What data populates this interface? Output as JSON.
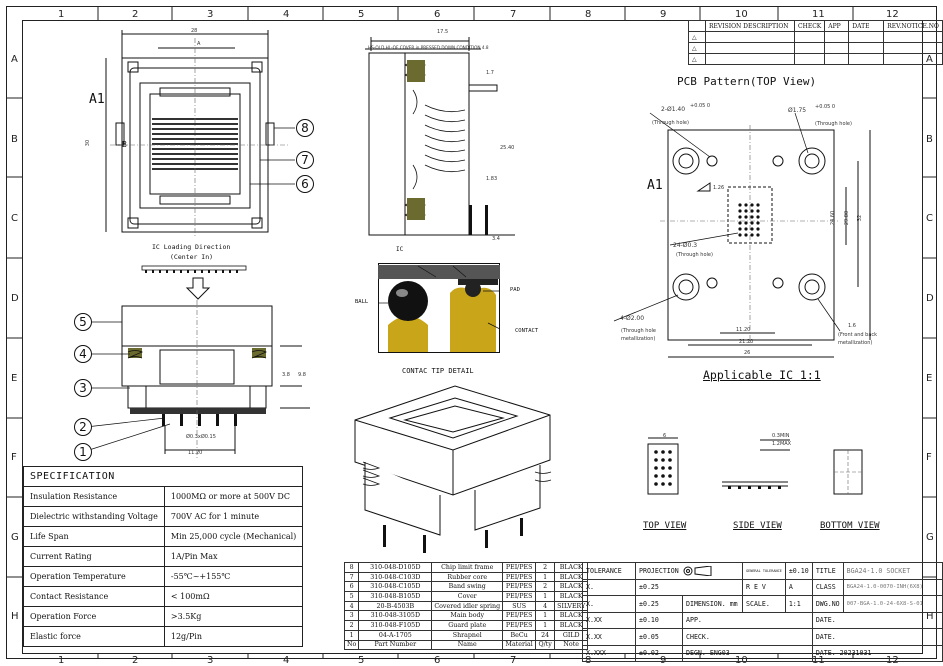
{
  "zones": {
    "cols": [
      "1",
      "2",
      "3",
      "4",
      "5",
      "6",
      "7",
      "8",
      "9",
      "10",
      "11",
      "12"
    ],
    "rows": [
      "A",
      "B",
      "C",
      "D",
      "E",
      "F",
      "G",
      "H"
    ]
  },
  "top_view_left": {
    "dim_top": "28",
    "dim_inner": "A",
    "dim_side": "30",
    "a1_label": "A1",
    "side_letter": "B",
    "callouts": [
      "8",
      "7",
      "6"
    ],
    "load_direction_1": "IC Loading Direction",
    "load_direction_2": "(Center In)"
  },
  "side_section": {
    "callouts": [
      "5",
      "4",
      "3",
      "2",
      "1"
    ],
    "dim_pitch": "Ø0.3xØ0.15",
    "dim_width": "11.20",
    "dim_h1": "3.8",
    "dim_h2": "9.8"
  },
  "mid_section": {
    "dim_top": "17.5",
    "note_top": "HS-OLD HL-OF COVER in PRESSED DOWN CONDITION 4.8",
    "dim_h1": "1.7",
    "dim_h2": "25.40",
    "dim_h3": "1.83",
    "dim_bottom": "3.4"
  },
  "contact_detail": {
    "title": "CONTAC TIP DETAIL",
    "labels": {
      "ic": "IC",
      "ball": "BALL",
      "pad": "PAD",
      "contact": "CONTACT"
    }
  },
  "pcb": {
    "title": "PCB Pattern(TOP View)",
    "a1": "A1",
    "hole_small": "2-Ø1.40",
    "hole_small_tol": "+0.05 0",
    "hole_small_note": "(Through hole)",
    "hole_top_right": "Ø1.75",
    "hole_top_right_tol": "+0.05 0",
    "hole_top_right_note": "(Through hole)",
    "pads": "24-Ø0.3",
    "pads_note": "(Through hole)",
    "mount_hole": "4-Ø2.00",
    "mount_hole_note_1": "(Through hole",
    "mount_hole_note_2": "metallization)",
    "front_note_1": "(Front and back",
    "front_note_2": "metallization)",
    "front_dim": "1.6",
    "dim_h_inner": "11.20",
    "dim_h_mid": "21.20",
    "dim_h_outer": "26",
    "dim_v_inner": "24.60",
    "dim_v_mid": "29.80",
    "dim_v_outer": "32",
    "dim_pitch": "1.26",
    "caption": "Applicable IC 1:1"
  },
  "ic_views": {
    "top": "TOP VIEW",
    "side": "SIDE VIEW",
    "bottom": "BOTTOM VIEW",
    "top_dim": "6",
    "side_dim_1": "0.3MIN",
    "side_dim_2": "1.2MAX"
  },
  "specification": {
    "title": "SPECIFICATION",
    "rows": [
      {
        "label": "Insulation Resistance",
        "value": "1000MΩ  or more at 500V DC"
      },
      {
        "label": "Dielectric withstanding Voltage",
        "value": "700V AC  for 1 minute"
      },
      {
        "label": "Life Span",
        "value": "Min 25,000 cycle (Mechanical)"
      },
      {
        "label": "Current Rating",
        "value": "1A/Pin Max"
      },
      {
        "label": "Operation Temperature",
        "value": "-55℃~+155℃"
      },
      {
        "label": "Contact Resistance",
        "value": "< 100mΩ"
      },
      {
        "label": "Operation Force",
        "value": ">3.5Kg"
      },
      {
        "label": "Elastic force",
        "value": "12g/Pin"
      }
    ]
  },
  "bom": {
    "rows": [
      [
        "8",
        "310-048-D105D",
        "Chip limit frame",
        "PEI/PES",
        "2",
        "BLACK"
      ],
      [
        "7",
        "310-048-C103D",
        "Rubber core",
        "PEI/PES",
        "1",
        "BLACK"
      ],
      [
        "6",
        "310-048-C105D",
        "Band swing",
        "PEI/PES",
        "2",
        "BLACK"
      ],
      [
        "5",
        "310-048-B105D",
        "Cover",
        "PEI/PES",
        "1",
        "BLACK"
      ],
      [
        "4",
        "20-B-4503B",
        "Covered idler spring",
        "SUS",
        "4",
        "SILVERY"
      ],
      [
        "3",
        "310-048-3105D",
        "Main body",
        "PEI/PES",
        "1",
        "BLACK"
      ],
      [
        "2",
        "310-048-F105D",
        "Guard plate",
        "PEI/PES",
        "1",
        "BLACK"
      ],
      [
        "1",
        "04-A-1705",
        "Shrapnel",
        "BeCu",
        "24",
        "GILD"
      ]
    ],
    "header": [
      "No",
      "Part Number",
      "Name",
      "Material",
      "Q/ty",
      "Note"
    ]
  },
  "title_block": {
    "tolerance": "TOLERANCE",
    "projection": "PROJECTION",
    "general_tol": "GENERAL TOLERANCE",
    "general_tol_val": "±0.10",
    "title_label": "TITLE",
    "title_value": "BGA24-1.0  SOCKET",
    "rev_label": "R E V",
    "rev_value": "A",
    "class_label": "CLASS",
    "class_value": "BGA24-1.0-0070-INH(6X8)",
    "x_label": "X.",
    "x_tol": "±0.25",
    "dimension_label": "DIMENSION.",
    "dimension_unit": "mm",
    "scale_label": "SCALE.",
    "scale_value": "1:1",
    "dwg_label": "DWG.NO",
    "dwg_value": "007-BGA-1.0-24-6X8-S-01",
    "xx_label": "X.XX",
    "xx_tol": "±0.10",
    "app_label": "APP.",
    "date_label_1": "DATE.",
    "xxx_label": "X.XX",
    "xxx_tol": "±0.05",
    "check_label": "CHECK.",
    "date_label_2": "DATE.",
    "xxxx_label": "X.XXX",
    "xxxx_tol": "±0.02",
    "degn_label": "DEGN.",
    "degn_value": "ENG03",
    "date_label_3": "DATE.",
    "date_value": "20231031"
  },
  "revision_block": {
    "header": [
      "REVISION DESCRIPTION",
      "CHECK",
      "APP",
      "DATE",
      "REV.NOTICE.NO"
    ],
    "marks": [
      "△",
      "△",
      "△"
    ]
  },
  "colors": {
    "gold": "#c9a51a",
    "ic_gray": "#555555",
    "line": "#111111"
  }
}
